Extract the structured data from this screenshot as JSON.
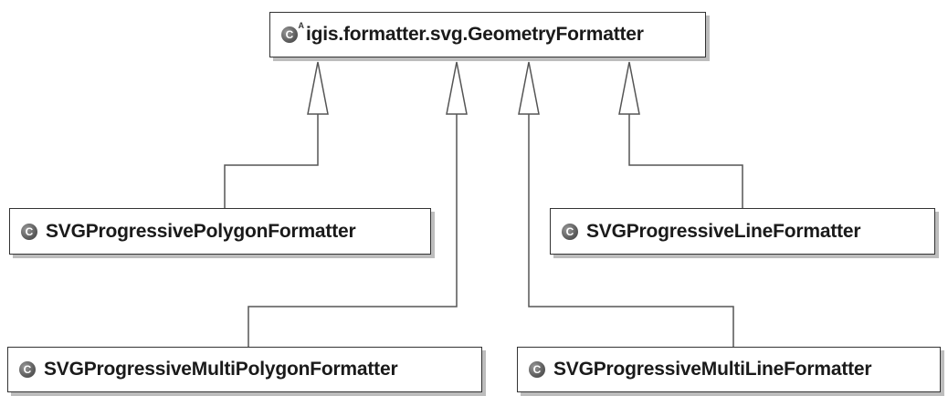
{
  "diagram": {
    "parent_class": {
      "name": "igis.formatter.svg.GeometryFormatter",
      "icon": "abstract-class-icon",
      "icon_glyph": "C",
      "abstract_marker": "A"
    },
    "subclasses": [
      {
        "key": "polygon",
        "name": "SVGProgressivePolygonFormatter",
        "icon": "class-icon",
        "icon_glyph": "C"
      },
      {
        "key": "line",
        "name": "SVGProgressiveLineFormatter",
        "icon": "class-icon",
        "icon_glyph": "C"
      },
      {
        "key": "multipolygon",
        "name": "SVGProgressiveMultiPolygonFormatter",
        "icon": "class-icon",
        "icon_glyph": "C"
      },
      {
        "key": "multiline",
        "name": "SVGProgressiveMultiLineFormatter",
        "icon": "class-icon",
        "icon_glyph": "C"
      }
    ],
    "relationship": "inheritance",
    "colors": {
      "line": "#555555",
      "box_border": "#333333",
      "box_shadow": "#bdbdbd",
      "icon": "#5c5c5c"
    }
  }
}
